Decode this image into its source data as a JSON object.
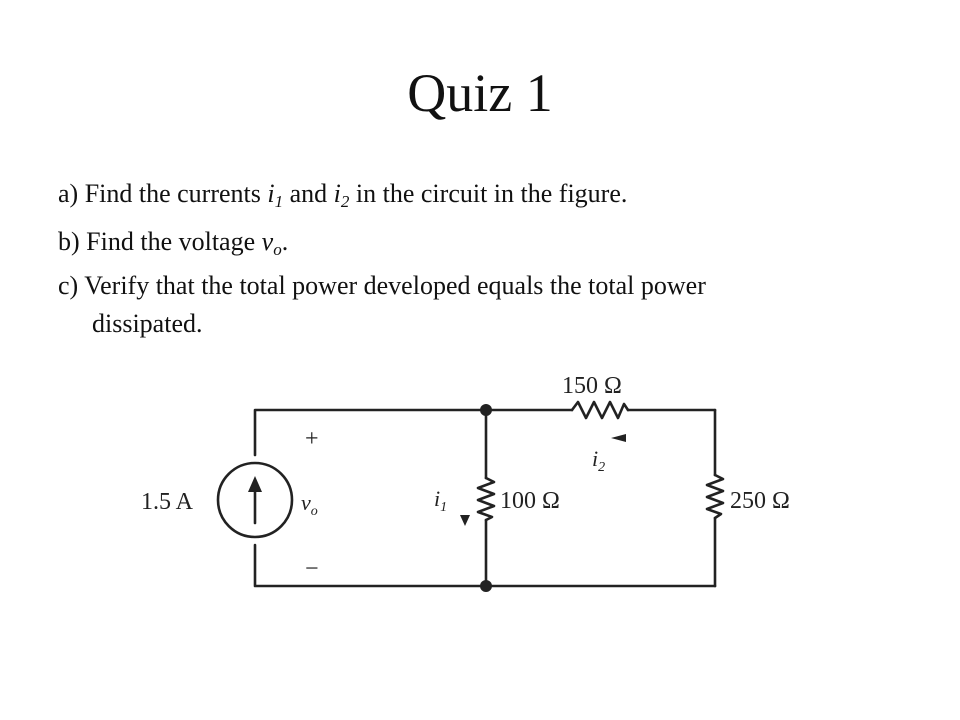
{
  "title": "Quiz 1",
  "questions": {
    "a": {
      "pre": "a) Find the currents ",
      "var1": "i",
      "sub1": "1",
      "mid": " and ",
      "var2": "i",
      "sub2": "2",
      "post": " in the circuit in the figure."
    },
    "b": {
      "pre": "b) Find the voltage ",
      "var": "v",
      "sub": "o",
      "post": "."
    },
    "c": {
      "line1": "c) Verify that the total power developed equals the total power",
      "line2": "dissipated."
    }
  },
  "circuit": {
    "source_label": "1.5 A",
    "r150_label": "150 Ω",
    "r100_label": "100 Ω",
    "r250_label": "250 Ω",
    "plus": "+",
    "minus": "−",
    "vo_var": "v",
    "vo_sub": "o",
    "i1_var": "i",
    "i1_sub": "1",
    "i2_var": "i",
    "i2_sub": "2"
  }
}
